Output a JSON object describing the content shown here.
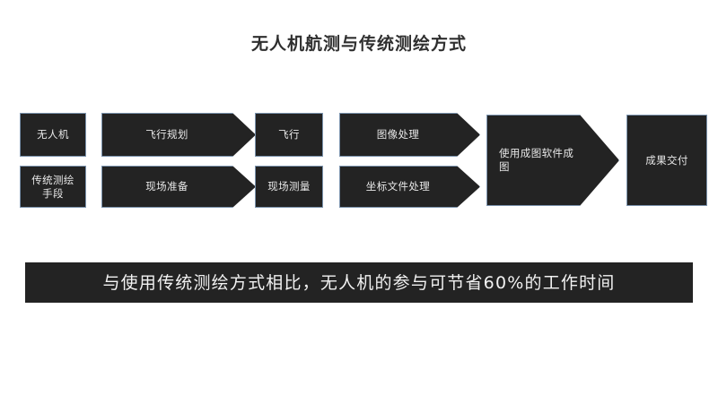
{
  "slide": {
    "title": "无人机航测与传统测绘方式",
    "background_color": "#ffffff",
    "node_fill": "#232323",
    "node_border": "#7b93ad",
    "node_text_color": "#e8e8e8",
    "title_color": "#2f2f2f"
  },
  "flow": {
    "columns": [
      {
        "shape": "rect",
        "top_label": "无人机",
        "bottom_label": "传统测绘\n手段",
        "bottom_label_line1": "传统测绘",
        "bottom_label_line2": "手段"
      },
      {
        "shape": "chevron",
        "top_label": "飞行规划",
        "bottom_label": "现场准备"
      },
      {
        "shape": "rect",
        "top_label": "飞行",
        "bottom_label": "现场测量"
      },
      {
        "shape": "chevron",
        "top_label": "图像处理",
        "bottom_label": "坐标文件处理"
      },
      {
        "shape": "chevron-tall",
        "label": "使用成图软件成图"
      },
      {
        "shape": "rect-tall",
        "label": "成果交付"
      }
    ]
  },
  "banner": {
    "text": "与使用传统测绘方式相比，无人机的参与可节省60%的工作时间",
    "highlight_value": "60%"
  }
}
